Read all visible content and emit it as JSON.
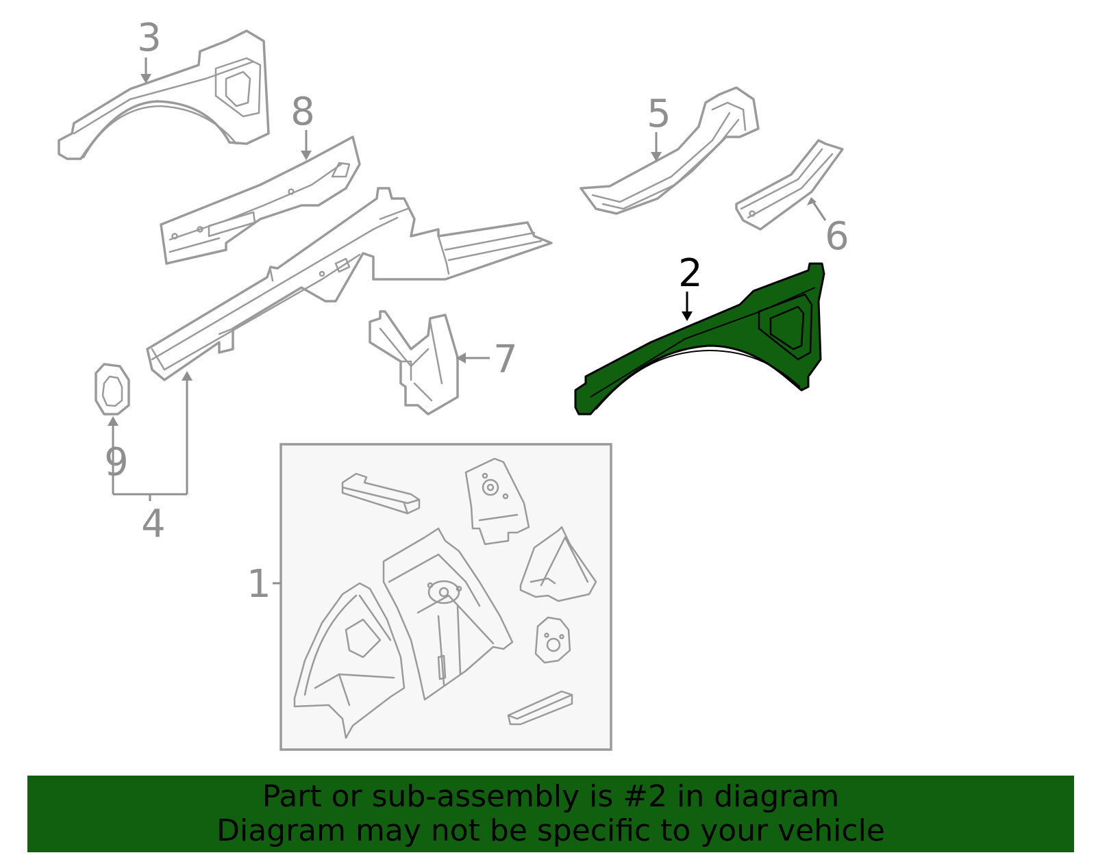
{
  "diagram": {
    "callouts": [
      "1",
      "2",
      "3",
      "4",
      "5",
      "6",
      "7",
      "8",
      "9"
    ],
    "selected_part": "2",
    "selected_color": "#106010",
    "line_color": "#9a9a9a"
  },
  "banner": {
    "line1": "Part or sub-assembly is #2 in diagram",
    "line2": "Diagram may not be specific to your vehicle",
    "background": "#106010"
  }
}
